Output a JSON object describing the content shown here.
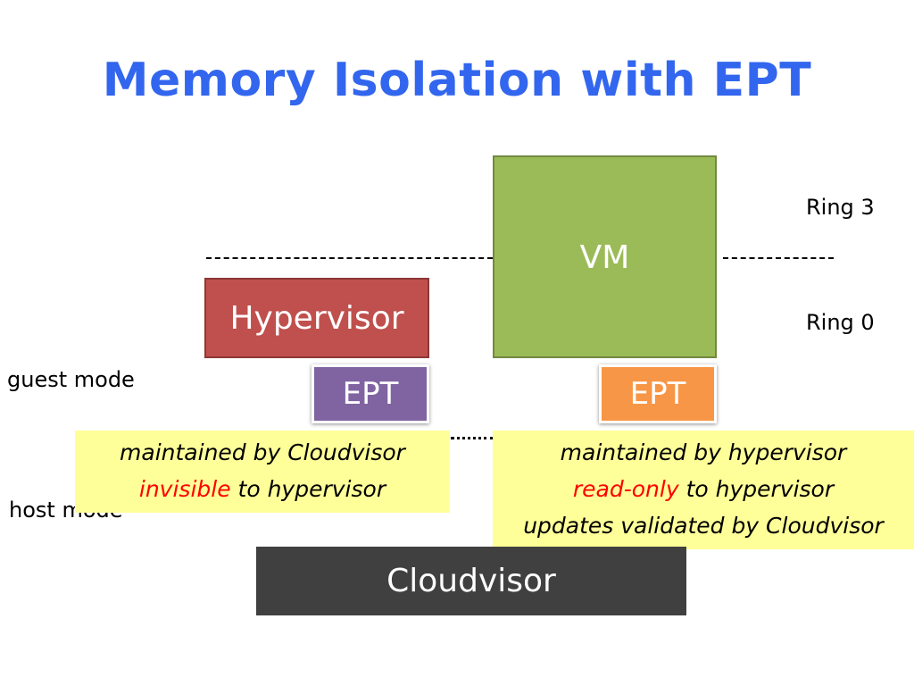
{
  "title": "Memory Isolation with EPT",
  "labels": {
    "ring3": "Ring 3",
    "ring0": "Ring 0",
    "guest_mode": "guest mode",
    "host_mode": "host mode"
  },
  "boxes": {
    "vm": "VM",
    "hypervisor": "Hypervisor",
    "ept_left": "EPT",
    "ept_right": "EPT",
    "cloudvisor": "Cloudvisor"
  },
  "notes": {
    "left": {
      "line1": "maintained by Cloudvisor",
      "line2_highlight": "invisible",
      "line2_rest": " to hypervisor"
    },
    "right": {
      "line1": "maintained by hypervisor",
      "line2_highlight": "read-only",
      "line2_rest": " to hypervisor",
      "line3": "updates validated by Cloudvisor"
    }
  },
  "colors": {
    "title": "#3366ee",
    "vm": "#9bbb59",
    "hypervisor": "#c0504d",
    "ept_left": "#8064a2",
    "ept_right": "#f79646",
    "cloudvisor": "#404040",
    "note_bg": "#ffff99",
    "highlight": "#ff0000"
  }
}
